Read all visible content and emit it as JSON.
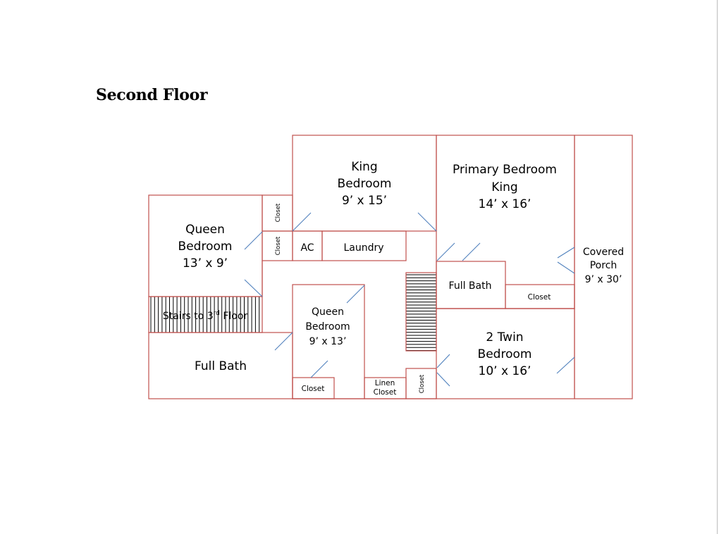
{
  "title": "Second Floor",
  "colors": {
    "wall": "#c0504d",
    "door": "#4f81bd"
  },
  "rooms": {
    "king_bedroom": [
      "King",
      "Bedroom",
      "9’ x 15’"
    ],
    "primary_bedroom": [
      "Primary Bedroom",
      "King",
      "14’ x 16’"
    ],
    "queen_bedroom_1": [
      "Queen",
      "Bedroom",
      "13’ x 9’"
    ],
    "queen_bedroom_2": [
      "Queen",
      "Bedroom",
      "9’ x 13’"
    ],
    "twin_bedroom": [
      "2 Twin",
      "Bedroom",
      "10’ x 16’"
    ],
    "covered_porch": [
      "Covered",
      "Porch",
      "9’ x 30’"
    ],
    "full_bath_left": "Full Bath",
    "full_bath_right": "Full Bath",
    "laundry": "Laundry",
    "ac": "AC",
    "closet_upper": "Closet",
    "closet_lower": "Closet",
    "closet_queen2": "Closet",
    "closet_primary": "Closet",
    "closet_hall": "Closet",
    "linen_closet": [
      "Linen",
      "Closet"
    ],
    "stairs_3rd": {
      "text": "Stairs to 3",
      "sup": "rd",
      "rest": " Floor"
    }
  }
}
